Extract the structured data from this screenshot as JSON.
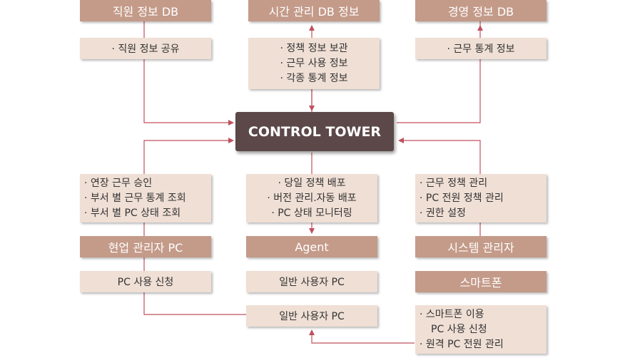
{
  "colors": {
    "header": "#c49a89",
    "light": "#efdfd5",
    "tower": "#5c4848",
    "line": "#c0505e"
  },
  "top": {
    "employee_db": {
      "title": "직원 정보 DB",
      "items": [
        "· 직원 정보 공유"
      ]
    },
    "time_db": {
      "title": "시간 관리 DB 정보",
      "items": [
        "· 정책 정보 보관",
        "· 근무 사용 정보",
        "· 각종 통계 정보"
      ]
    },
    "mgmt_db": {
      "title": "경영 정보 DB",
      "items": [
        "· 근무 통계 정보"
      ]
    }
  },
  "center": {
    "title": "CONTROL TOWER"
  },
  "bottom": {
    "field_admin": {
      "items": [
        "· 연장 근무 승인",
        "· 부서 별 근무 통계 조회",
        "· 부서 별 PC 상태 조회"
      ],
      "title": "현업 관리자 PC",
      "request": "PC 사용 신청"
    },
    "agent": {
      "items": [
        "· 당일 정책 배포",
        "· 버전 관리.자동 배포",
        "· PC 상태 모니터링"
      ],
      "title": "Agent",
      "user_pc_1": "일반 사용자 PC",
      "user_pc_2": "일반 사용자 PC"
    },
    "sys_admin": {
      "items": [
        "· 근무 정책 관리",
        "· PC 전원 정책 관리",
        "· 권한 설정"
      ],
      "title": "시스템 관리자"
    },
    "smartphone": {
      "title": "스마트폰",
      "items": [
        "· 스마트폰 이용",
        "PC 사용 신청",
        "· 원격 PC 전원 관리"
      ]
    }
  }
}
